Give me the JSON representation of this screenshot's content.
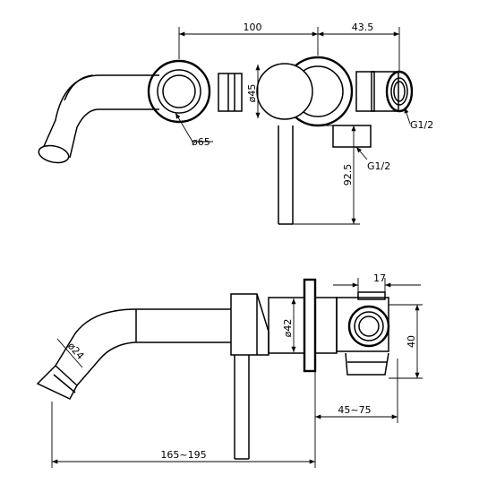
{
  "dimensions": {
    "top_width_body": "100",
    "top_width_port": "43.5",
    "diameter_cartridge": "ø45",
    "diameter_flange": "ø65",
    "thread_side": "G1/2",
    "thread_bottom": "G1/2",
    "handle_length": "92.5",
    "port_offset": "17",
    "diameter_handle_rose": "ø42",
    "port_height": "40",
    "diameter_spout": "ø24",
    "wall_depth": "45~75",
    "spout_projection": "165~195"
  }
}
